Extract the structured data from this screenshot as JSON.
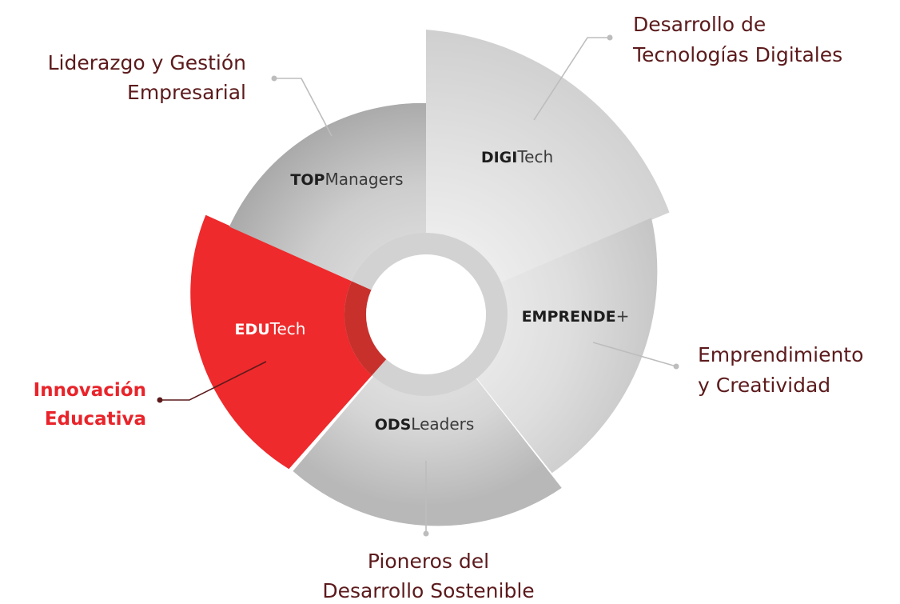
{
  "colors": {
    "active_sector": "#ee2a2c",
    "active_label": "#e8242a",
    "label_text": "#5c1a1c",
    "brand_dark": "#1e1e1e",
    "brand_light": "#3a3a3a",
    "connector": "#b5b5b5",
    "ring": "#cfcfcf"
  },
  "segments": [
    {
      "id": "digitech",
      "brand_bold": "DIGI",
      "brand_light": "Tech",
      "label_lines": [
        "Desarrollo de",
        "Tecnologías Digitales"
      ],
      "active": false
    },
    {
      "id": "emprende",
      "brand_bold": "EMPRENDE",
      "brand_light": "+",
      "label_lines": [
        "Emprendimiento",
        "y Creatividad"
      ],
      "active": false
    },
    {
      "id": "odsleaders",
      "brand_bold": "ODS",
      "brand_light": "Leaders",
      "label_lines": [
        "Pioneros del",
        "Desarrollo Sostenible"
      ],
      "active": false
    },
    {
      "id": "edutech",
      "brand_bold": "EDU",
      "brand_light": "Tech",
      "label_lines": [
        "Innovación",
        "Educativa"
      ],
      "active": true
    },
    {
      "id": "topmanagers",
      "brand_bold": "TOP",
      "brand_light": "Managers",
      "label_lines": [
        "Liderazgo y Gestión",
        "Empresarial"
      ],
      "active": false
    }
  ]
}
